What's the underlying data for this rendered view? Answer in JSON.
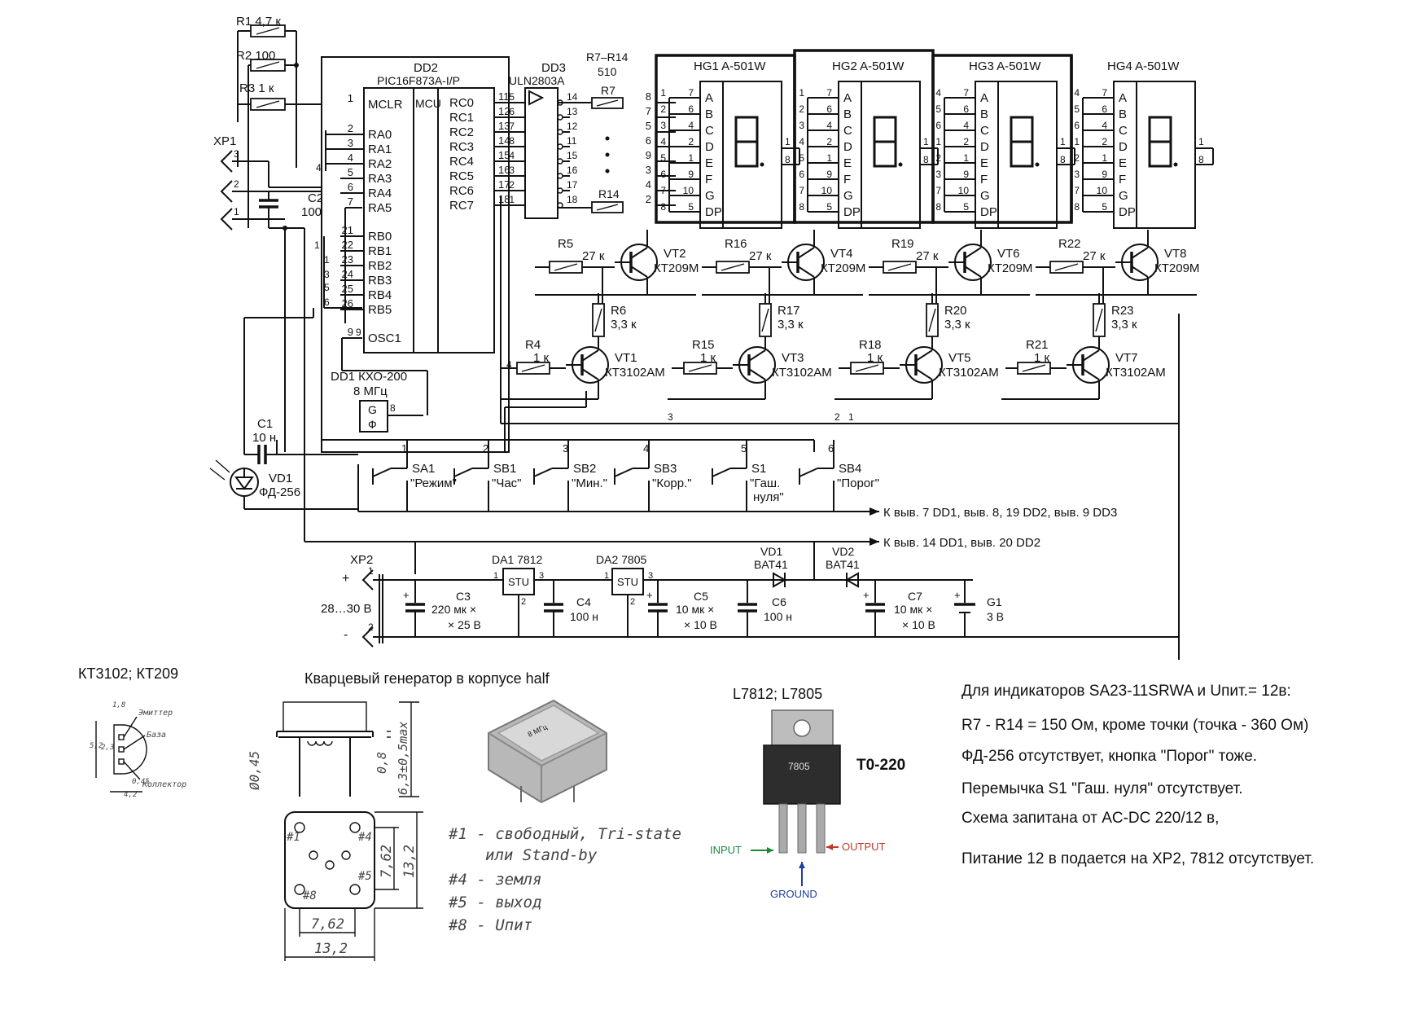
{
  "mcu": {
    "ref": "DD2",
    "part": "PIC16F873A-I/P",
    "inner": "MCU",
    "left_pins": [
      {
        "name": "MCLR",
        "num": "1"
      },
      {
        "name": "RA0",
        "num": "2"
      },
      {
        "name": "RA1",
        "num": "3"
      },
      {
        "name": "RA2",
        "num": "4"
      },
      {
        "name": "RA3",
        "num": "5"
      },
      {
        "name": "RA4",
        "num": "6"
      },
      {
        "name": "RA5",
        "num": "7"
      },
      {
        "name": "RB0",
        "num": "21"
      },
      {
        "name": "RB1",
        "num": "22"
      },
      {
        "name": "RB2",
        "num": "23"
      },
      {
        "name": "RB3",
        "num": "24"
      },
      {
        "name": "RB4",
        "num": "25"
      },
      {
        "name": "RB5",
        "num": "26"
      },
      {
        "name": "OSC1",
        "num": "9"
      }
    ],
    "right_pins": [
      {
        "name": "RC0",
        "num": "11"
      },
      {
        "name": "RC1",
        "num": "12"
      },
      {
        "name": "RC2",
        "num": "13"
      },
      {
        "name": "RC3",
        "num": "14"
      },
      {
        "name": "RC4",
        "num": "15"
      },
      {
        "name": "RC5",
        "num": "16"
      },
      {
        "name": "RC6",
        "num": "17"
      },
      {
        "name": "RC7",
        "num": "18"
      }
    ]
  },
  "driver": {
    "ref": "DD3",
    "part": "ULN2803A",
    "in_pins": [
      "5",
      "6",
      "7",
      "8",
      "4",
      "3",
      "2",
      "1"
    ],
    "out_pins": [
      "14",
      "13",
      "12",
      "11",
      "15",
      "16",
      "17",
      "18"
    ]
  },
  "seg_resistors": {
    "header": "R7–R14",
    "value": "510",
    "top": "R7",
    "bottom": "R14",
    "pins": [
      "8",
      "7",
      "5",
      "6",
      "9",
      "3",
      "4",
      "2"
    ]
  },
  "displays": [
    {
      "name": "HG1 A-501W",
      "left": [
        "7",
        "6",
        "4",
        "2",
        "1",
        "9",
        "10",
        "5"
      ],
      "right_top": "1",
      "right_bot": "8",
      "ext": [
        "1",
        "2",
        "3",
        "4",
        "5",
        "6",
        "7",
        "8"
      ]
    },
    {
      "name": "HG2 A-501W",
      "left": [
        "7",
        "6",
        "4",
        "2",
        "1",
        "9",
        "10",
        "5"
      ],
      "right_top": "1",
      "right_bot": "8",
      "ext": [
        "1",
        "2",
        "3",
        "4",
        "5",
        "6",
        "7",
        "8"
      ]
    },
    {
      "name": "HG3 A-501W",
      "left": [
        "7",
        "6",
        "4",
        "2",
        "1",
        "9",
        "10",
        "5"
      ],
      "right_top": "1",
      "right_bot": "8",
      "ext": [
        "4",
        "5",
        "6",
        "1",
        "2",
        "3",
        "7",
        "8"
      ]
    },
    {
      "name": "HG4 A-501W",
      "left": [
        "7",
        "6",
        "4",
        "2",
        "1",
        "9",
        "10",
        "5"
      ],
      "right_top": "1",
      "right_bot": "8",
      "ext": [
        "4",
        "5",
        "6",
        "1",
        "2",
        "3",
        "7",
        "8"
      ]
    }
  ],
  "segments": [
    "A",
    "B",
    "C",
    "D",
    "E",
    "F",
    "G",
    "DP"
  ],
  "pnp": [
    {
      "ref": "VT2",
      "part": "КТ209М",
      "rb": "R5",
      "rbv": "27 к"
    },
    {
      "ref": "VT4",
      "part": "КТ209М",
      "rb": "R16",
      "rbv": "27 к"
    },
    {
      "ref": "VT6",
      "part": "КТ209М",
      "rb": "R19",
      "rbv": "27 к"
    },
    {
      "ref": "VT8",
      "part": "КТ209М",
      "rb": "R22",
      "rbv": "27 к"
    }
  ],
  "npn": [
    {
      "ref": "VT1",
      "part": "КТ3102АМ",
      "rb": "R4",
      "rbv": "1 к",
      "rc": "R6",
      "rcv": "3,3 к"
    },
    {
      "ref": "VT3",
      "part": "КТ3102АМ",
      "rb": "R15",
      "rbv": "1 к",
      "rc": "R17",
      "rcv": "3,3 к"
    },
    {
      "ref": "VT5",
      "part": "КТ3102АМ",
      "rb": "R18",
      "rbv": "1 к",
      "rc": "R20",
      "rcv": "3,3 к"
    },
    {
      "ref": "VT7",
      "part": "КТ3102АМ",
      "rb": "R21",
      "rbv": "1 к",
      "rc": "R23",
      "rcv": "3,3 к"
    }
  ],
  "left_parts": {
    "r1": "R1 4,7 к",
    "r2": "R2 100",
    "r3": "R3 1 к",
    "xp1": "XP1",
    "xp1_pins": [
      "3",
      "2",
      "1"
    ],
    "c2": "C2",
    "c2v": "100 н",
    "c1": "C1",
    "c1v": "10 н",
    "vd1": "VD1",
    "vd1v": "ФД-256",
    "misc_4": "4",
    "misc_1": "1",
    "misc_3": "3",
    "misc_5": "5",
    "misc_6": "6"
  },
  "osc": {
    "ref": "DD1 КХО-200",
    "freq": "8 МГц",
    "g": "G",
    "sym": "Ф",
    "pin": "8",
    "pin9": "9"
  },
  "switches": [
    {
      "ref": "SA1",
      "label": "\"Режим\"",
      "num": "1"
    },
    {
      "ref": "SB1",
      "label": "\"Час\"",
      "num": "2"
    },
    {
      "ref": "SB2",
      "label": "\"Мин.\"",
      "num": "3"
    },
    {
      "ref": "SB3",
      "label": "\"Корр.\"",
      "num": "4"
    },
    {
      "ref": "S1",
      "label": "\"Гаш.",
      "label2": "нуля\"",
      "num": "5"
    },
    {
      "ref": "SB4",
      "label": "\"Порог\"",
      "num": "6"
    }
  ],
  "bus_nums": {
    "a": "3",
    "b": "2",
    "c": "1"
  },
  "rails": {
    "gnd": "К выв. 7 DD1, выв. 8, 19 DD2, выв. 9 DD3",
    "vcc": "К выв. 14 DD1, выв. 20 DD2"
  },
  "power": {
    "xp2": "XP2",
    "plus": "+",
    "minus": "-",
    "p1": "1",
    "p2": "2",
    "vin": "28…30 В",
    "c3": "C3",
    "c3v": "220 мк ×",
    "c3v2": "× 25 В",
    "da1": "DA1 7812",
    "da2": "DA2 7805",
    "stu": "STU",
    "reg_pins": [
      "1",
      "3",
      "2"
    ],
    "c4": "C4",
    "c4v": "100 н",
    "c5": "C5",
    "c5v": "10 мк ×",
    "c5v2": "× 10 В",
    "c6": "C6",
    "c6v": "100 н",
    "vd1": "VD1",
    "vd1v": "BAT41",
    "vd2": "VD2",
    "vd2v": "BAT41",
    "c7": "C7",
    "c7v": "10 мк ×",
    "c7v2": "× 10 В",
    "g1": "G1",
    "g1v": "3 В"
  },
  "lower": {
    "pkg_title": "КТ3102; КТ209",
    "pkg_labels": [
      "Эмиттер",
      "База",
      "Коллектор"
    ],
    "pkg_dims": [
      "1,8",
      "2,3",
      "5,2",
      "0,45",
      "4,2"
    ],
    "osc_title": "Кварцевый генератор в корпусе half",
    "osc_dims": [
      "Ø0,45",
      "0,8",
      "6,3±0,5max",
      "7,62",
      "13,2",
      "7,62",
      "13,2"
    ],
    "osc_pins": [
      "#1",
      "#4",
      "#8",
      "#5"
    ],
    "osc_legend": [
      "#1 - свободный, Tri-state",
      "или Stand-by",
      "#4 - земля",
      "#5 - выход",
      "#8 - Uпит"
    ],
    "reg_title": "L7812; L7805",
    "reg_chip": "7805",
    "reg_pkg": "T0-220",
    "reg_in": "INPUT",
    "reg_out": "OUTPUT",
    "reg_gnd": "GROUND"
  },
  "notes": [
    "Для индикаторов SA23-11SRWA и Uпит.= 12в:",
    "R7 - R14 = 150 Ом, кроме точки (точка - 360 Ом)",
    "ФД-256 отсутствует, кнопка \"Порог\" тоже.",
    "Перемычка S1 \"Гаш. нуля\" отсутствует.",
    "Схема запитана от AC-DC 220/12 в,",
    "Питание 12 в подается на XP2, 7812 отсутствует."
  ],
  "colors": {
    "line": "#111111",
    "input": "#1a8a3a",
    "output": "#c0392b",
    "ground": "#1f3fa0"
  }
}
